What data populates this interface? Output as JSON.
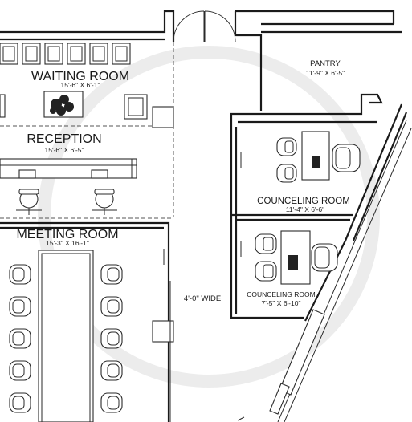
{
  "rooms": {
    "waiting": {
      "name": "WAITING ROOM",
      "dims": "15'-6\" X 6'-1\""
    },
    "reception": {
      "name": "RECEPTION",
      "dims": "15'-6\" X 6'-5\""
    },
    "meeting": {
      "name": "MEETING ROOM",
      "dims": "15'-3\" X 16'-1\""
    },
    "pantry": {
      "name": "PANTRY",
      "dims": "11'-9\" X 6'-5\""
    },
    "counseling_1": {
      "name": "COUNCELING ROOM",
      "dims": "11'-4\" X 6'-6\""
    },
    "counseling_2": {
      "name": "COUNCELING ROOM",
      "dims": "7'-5\" X 6'-10\""
    }
  },
  "corridor": {
    "width_label": "4'-0\" WIDE"
  },
  "colors": {
    "line": "#1a1a1a",
    "watermark": "#e6e6e6"
  }
}
